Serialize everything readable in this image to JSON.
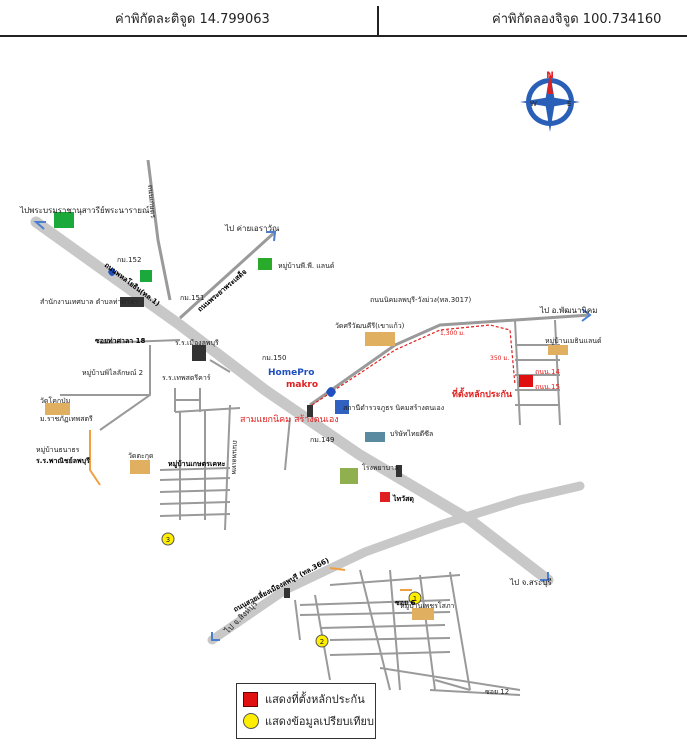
{
  "header": {
    "latitude_label": "ค่าพิกัดละติจูด 14.799063",
    "longitude_label": "ค่าพิกัดลองจิจูด 100.734160"
  },
  "compass": {
    "north_letter": "N",
    "east_letter": "E",
    "west_letter": "W",
    "icon": "compass-rose-icon"
  },
  "roads": {
    "main_highway": "ถนนพหลโยธิน(ทล.1)",
    "bypass_road": "ถนนสายเลี่ยงเมืองลพบุรี (ทล.366)",
    "road_to_camp": "ถนนพระยาพระเสด็จ",
    "road_north": "ถนนเกษตร",
    "road_sub": "ถนนพลเทพ",
    "road_right": "ถนนนิคมลพบุรี-วังม่วง(ทล.3017)"
  },
  "directions": {
    "to_phra_narai": "ไปพระบรมราชานุสาวรีย์พระนารายณ์",
    "to_camp": "ไป ค่ายเอราวัณ",
    "to_phatthana_nikhom": "ไป อ.พัฒนานิคม",
    "to_saraburi": "ไป จ.สระบุรี",
    "to_sing_buri": "ไป จ.สิงห์บุรี"
  },
  "places": {
    "village_pp": "หมู่บ้านพี.พี. แลนด์",
    "office": "สำนักงานเทศบาล ตำบลท่าศาลา",
    "km152": "กม.152",
    "km151": "กม.151",
    "km150": "กม.150",
    "km149": "กม.149",
    "tha_sala": "ซอยท่าศาลา 18",
    "hotel": "ร.ร.เมืองลพบุรี",
    "temple_hill": "วัดศรีวัฒนคีรี(เขาแก้ว)",
    "village_left": "หมู่บ้านพิไลลักษณ์ 2",
    "school_left": "ร.ร.เทพสตรีคาร์",
    "village_kaset": "หมู่บ้านเกษตรเคหะ",
    "temple_left": "วัดโคกป่ม",
    "univ": "ม.ราชภัฏเทพสตรี",
    "village_c": "หมู่บ้านธนาธร",
    "school_c": "ร.ร.พาณิชย์ลพบุรี",
    "temple_c": "วัดตะกุด",
    "nikhom_junction": "สามแยกนิคม สร้างตนเอง",
    "station": "สถานีตำรวจภูธร นิคมสร้างตนเอง",
    "plant": "บริษัทไทยดีซีล",
    "hospital_b": "โรงพยาบาล",
    "thaiwatsadu": "ไทวัสดุ",
    "village_right": "หมู่บ้านเมธินแลนด์",
    "village_south": "หมู่บ้านเพชรโสภา",
    "soi_6": "ซอย 6",
    "soi_12": "ซอย 12",
    "dist_label": "1,300 ม.",
    "dist_label2": "350 ม.",
    "brand_homepro": "HomePro",
    "brand_makro": "makro"
  },
  "subject": {
    "label": "ที่ตั้งหลักประกัน",
    "lot_1": "ถนน.14",
    "lot_2": "ถนน.15"
  },
  "comparables": [
    {
      "number": "1"
    },
    {
      "number": "2"
    },
    {
      "number": "3"
    }
  ],
  "legend": {
    "subject_label": "แสดงที่ตั้งหลักประกัน",
    "comparable_label": "แสดงข้อมูลเปรียบเทียบ",
    "subject_color": "#e01010",
    "comparable_color": "#ffee00"
  },
  "colors": {
    "road_main": "#c8c8c8",
    "road_minor": "#9a9a9a",
    "route_dashed": "#e02020",
    "river_orange": "#f0a040"
  }
}
